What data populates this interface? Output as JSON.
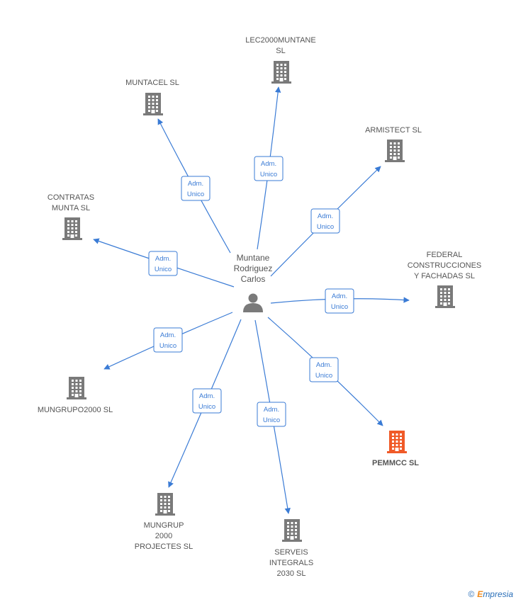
{
  "center": {
    "name_lines": [
      "Muntane",
      "Rodriguez",
      "Carlos"
    ],
    "icon": "person-icon"
  },
  "relation_label_lines": [
    "Adm.",
    "Unico"
  ],
  "companies": [
    {
      "id": "lec2000muntane",
      "lines": [
        "LEC2000MUNTANE",
        "SL"
      ],
      "icon": "building-icon",
      "highlight": false
    },
    {
      "id": "muntacel",
      "lines": [
        "MUNTACEL  SL"
      ],
      "icon": "building-icon",
      "highlight": false
    },
    {
      "id": "armistect",
      "lines": [
        "ARMISTECT  SL"
      ],
      "icon": "building-icon",
      "highlight": false
    },
    {
      "id": "contratas-munta",
      "lines": [
        "CONTRATAS",
        "MUNTA  SL"
      ],
      "icon": "building-icon",
      "highlight": false
    },
    {
      "id": "federal",
      "lines": [
        "FEDERAL",
        "CONSTRUCCIONES",
        "Y FACHADAS SL"
      ],
      "icon": "building-icon",
      "highlight": false
    },
    {
      "id": "mungrupo2000",
      "lines": [
        "MUNGRUPO2000 SL"
      ],
      "icon": "building-icon",
      "highlight": false
    },
    {
      "id": "pemmcc",
      "lines": [
        "PEMMCC  SL"
      ],
      "icon": "building-icon",
      "highlight": true
    },
    {
      "id": "mungrup-2000",
      "lines": [
        "MUNGRUP",
        "2000",
        "PROJECTES  SL"
      ],
      "icon": "building-icon",
      "highlight": false
    },
    {
      "id": "serveis-integrals",
      "lines": [
        "SERVEIS",
        "INTEGRALS",
        "2030  SL"
      ],
      "icon": "building-icon",
      "highlight": false
    }
  ],
  "colors": {
    "edge": "#3a7bd5",
    "building": "#7a7a7a",
    "building_highlight": "#f05a28",
    "person": "#7a7a7a"
  },
  "footer": {
    "copyright": "©",
    "brand_initial": "E",
    "brand_rest": "mpresia"
  }
}
